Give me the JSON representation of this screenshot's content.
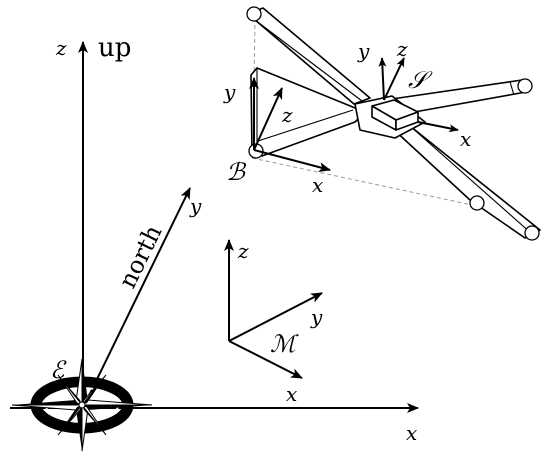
{
  "earth_frame": {
    "name": "ℰ",
    "axis_x": "x",
    "axis_y": "y",
    "axis_z": "z",
    "up_label": "up",
    "north_label": "north"
  },
  "body_frame": {
    "name": "ℬ",
    "axis_x": "x",
    "axis_y": "y",
    "axis_z": "z"
  },
  "sensor_frame": {
    "name": "𝒮",
    "axis_x": "x",
    "axis_y": "y",
    "axis_z": "z"
  },
  "magnetic_frame": {
    "name": "ℳ",
    "axis_x": "x",
    "axis_y": "y",
    "axis_z": "z"
  },
  "colors": {
    "ink": "#000000",
    "guide": "#9a9a9a",
    "background": "#ffffff"
  },
  "icons": {
    "compass": "compass-rose-icon",
    "drone": "quadrotor-icon"
  }
}
